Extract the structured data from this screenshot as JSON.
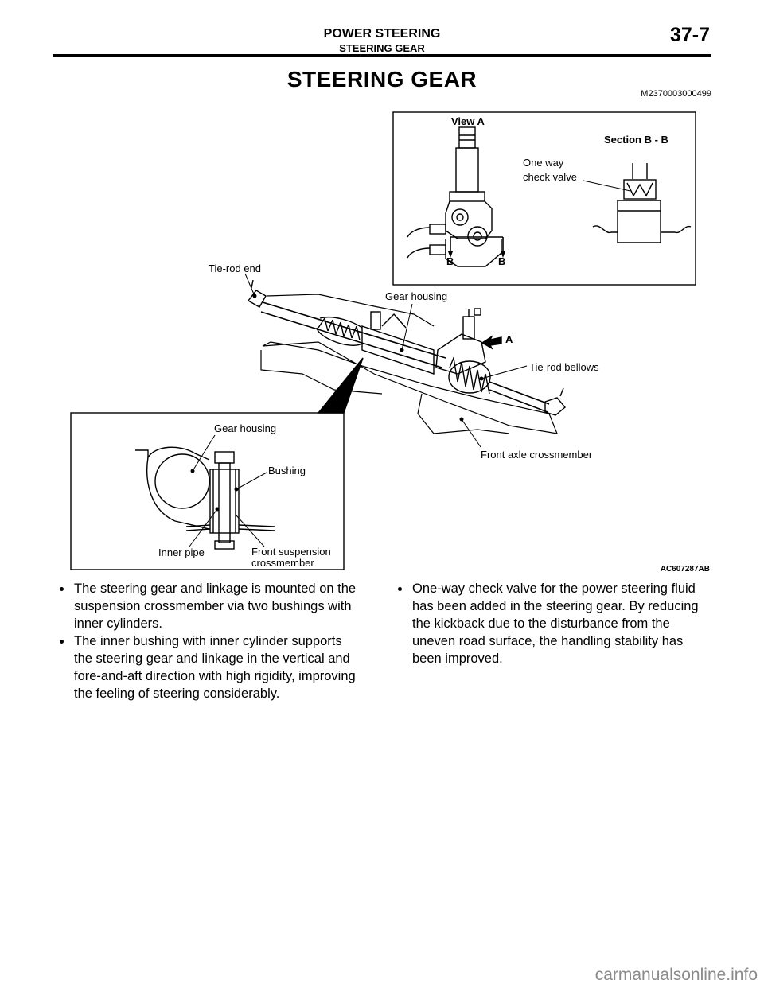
{
  "header": {
    "section": "POWER STEERING",
    "subsection": "STEERING GEAR",
    "page_number": "37-7"
  },
  "title": "STEERING GEAR",
  "document_code": "M2370003000499",
  "figure": {
    "id": "AC607287AB",
    "labels": {
      "view_a": "View A",
      "section_bb": "Section B - B",
      "one_way_line1": "One way",
      "one_way_line2": "check valve",
      "b_left": "B",
      "b_right": "B",
      "tie_rod_end": "Tie-rod end",
      "gear_housing_main": "Gear housing",
      "arrow_a": "A",
      "tie_rod_bellows": "Tie-rod bellows",
      "front_axle_crossmember": "Front axle crossmember",
      "gear_housing_detail": "Gear housing",
      "bushing": "Bushing",
      "inner_pipe": "Inner pipe",
      "front_suspension_line1": "Front suspension",
      "front_suspension_line2": "crossmember"
    }
  },
  "bullets_left": [
    [
      "The steering gear and linkage is mounted on the",
      "suspension crossmember via two bushings with",
      "inner cylinders."
    ],
    [
      "The inner bushing with inner cylinder supports",
      "the steering gear and linkage in the vertical and",
      "fore-and-aft direction with high rigidity, improving",
      "the feeling of steering considerably."
    ]
  ],
  "bullets_right": [
    [
      "One-way check valve for the power steering fluid",
      "has been added in the steering gear. By reducing",
      "the kickback due to the disturbance from the",
      "uneven road surface, the handling stability has",
      "been improved."
    ]
  ],
  "watermark": "carmanualsonline.info"
}
